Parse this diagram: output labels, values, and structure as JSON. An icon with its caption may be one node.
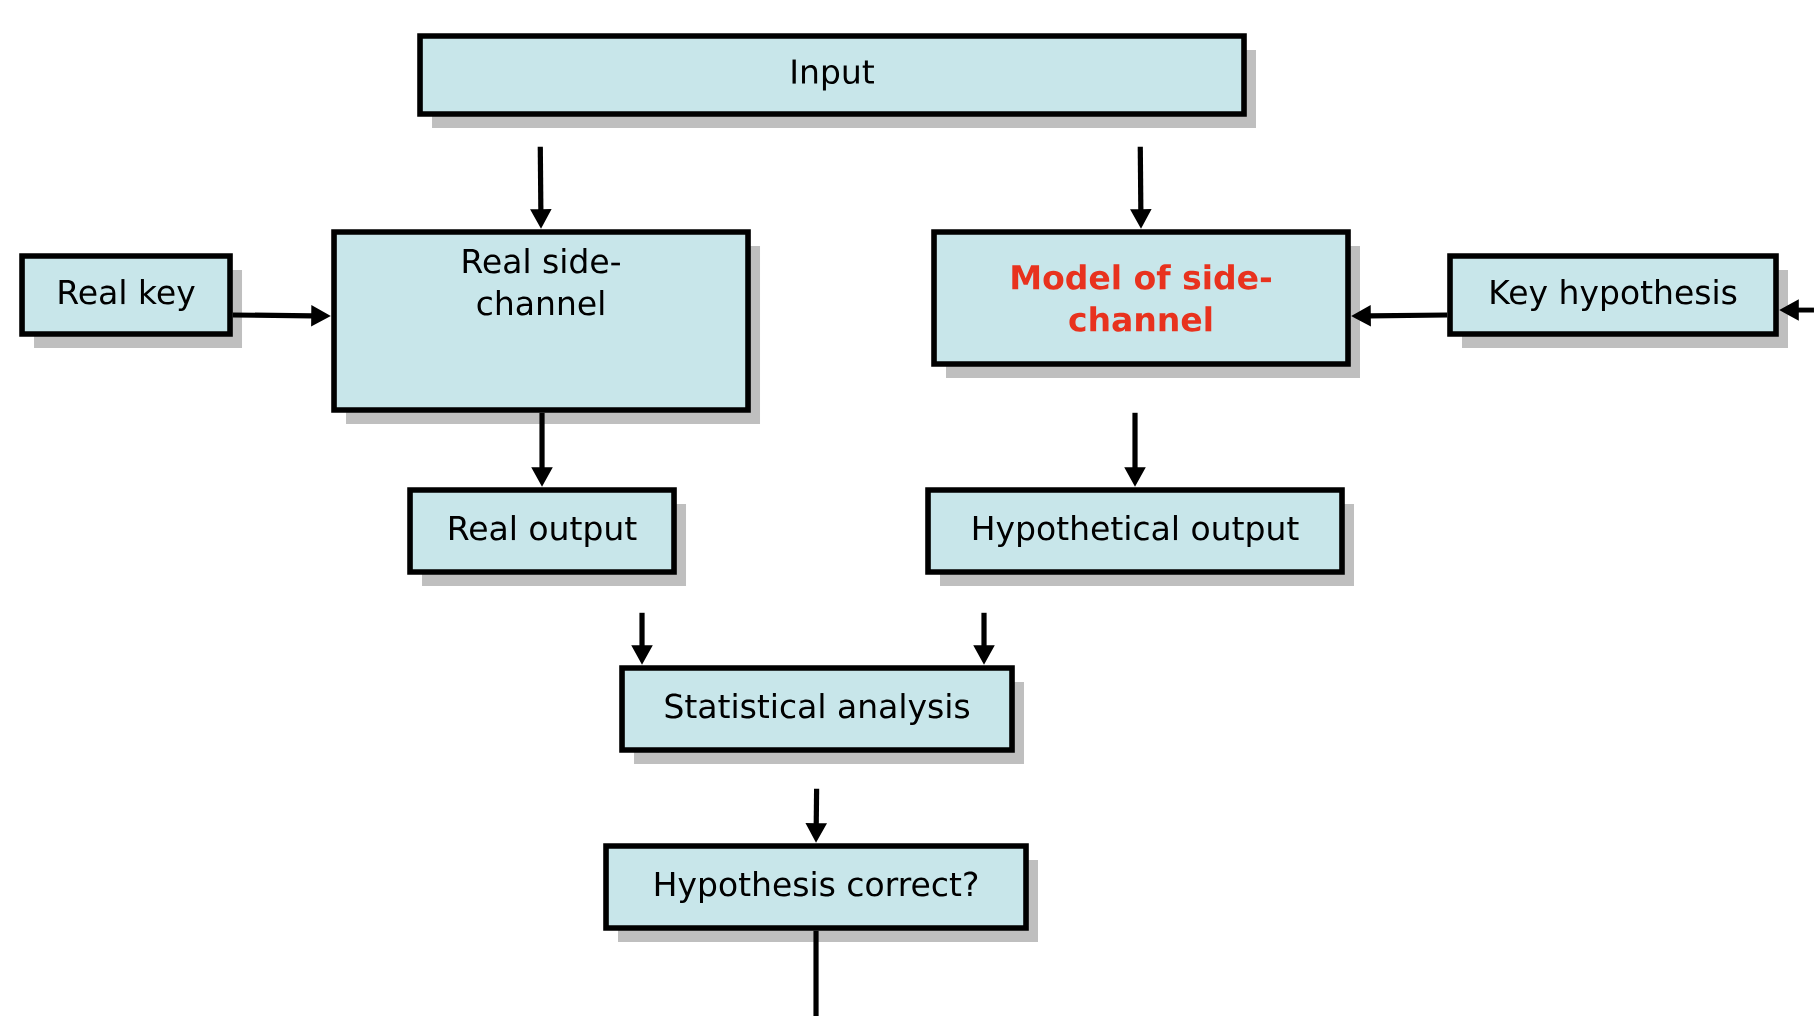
{
  "diagram": {
    "nodes": [
      {
        "text": [
          "Input"
        ]
      },
      {
        "text": [
          "Real key"
        ]
      },
      {
        "text": [
          "Real side-channel"
        ]
      },
      {
        "text": [
          "Model of side-channel"
        ]
      },
      {
        "text": [
          "Key hypothesis"
        ]
      },
      {
        "text": [
          "Real output"
        ]
      },
      {
        "text": [
          "Hypothetical output"
        ]
      },
      {
        "text": [
          "Statistical analysis"
        ]
      },
      {
        "text": [
          "Hypothesis correct?"
        ]
      }
    ],
    "edges": [
      {
        "from": 0,
        "to": 2,
        "arrow": "to"
      },
      {
        "from": 0,
        "to": 3,
        "arrow": "to"
      },
      {
        "from": 1,
        "to": 2,
        "arrow": "to"
      },
      {
        "from": 4,
        "to": 3,
        "arrow": "to"
      },
      {
        "from": 2,
        "to": 5,
        "arrow": "to"
      },
      {
        "from": 3,
        "to": 6,
        "arrow": "to"
      },
      {
        "from": 5,
        "to": 7,
        "arrow": "to"
      },
      {
        "from": 6,
        "to": 7,
        "arrow": "to"
      },
      {
        "from": 7,
        "to": 8,
        "arrow": "to"
      },
      {
        "from": 8,
        "to": null,
        "arrow": "none"
      },
      {
        "from": null,
        "to": 4,
        "arrow": "to"
      }
    ]
  }
}
